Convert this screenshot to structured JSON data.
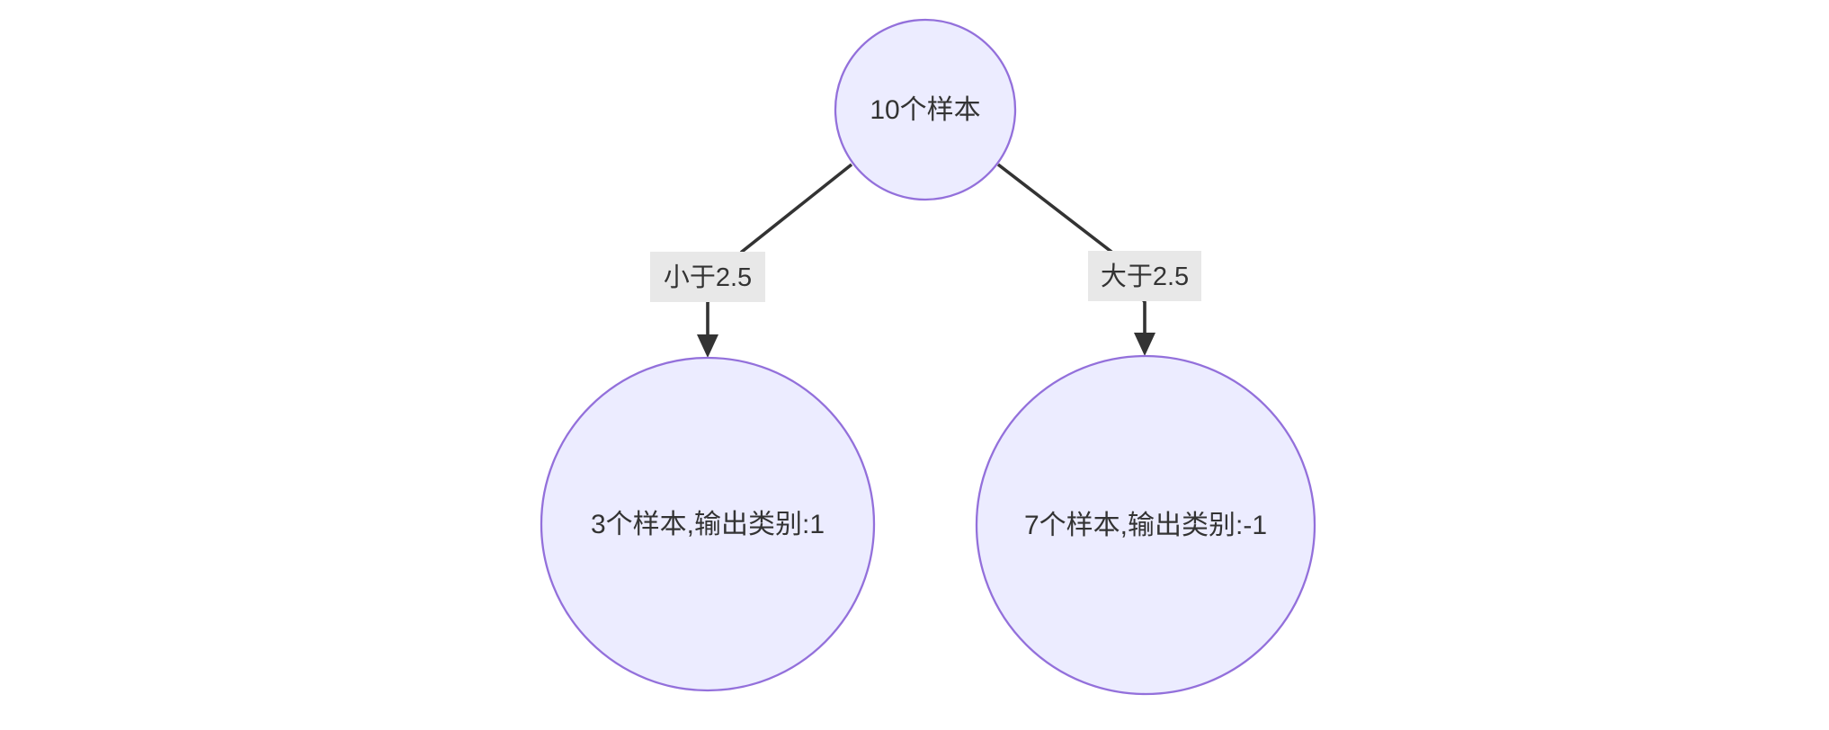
{
  "diagram": {
    "type": "binary-decision-tree-flowchart",
    "root": {
      "label": "10个样本"
    },
    "branches": [
      {
        "condition": "小于2.5",
        "leaf_label": "3个样本,输出类别:1"
      },
      {
        "condition": "大于2.5",
        "leaf_label": "7个样本,输出类别:-1"
      }
    ],
    "colors": {
      "node_fill": "#ECECFF",
      "node_border": "#9370DB",
      "edge_line": "#333333",
      "edge_label_background": "#e8e8e8",
      "text": "#333333",
      "background": "#ffffff"
    }
  }
}
